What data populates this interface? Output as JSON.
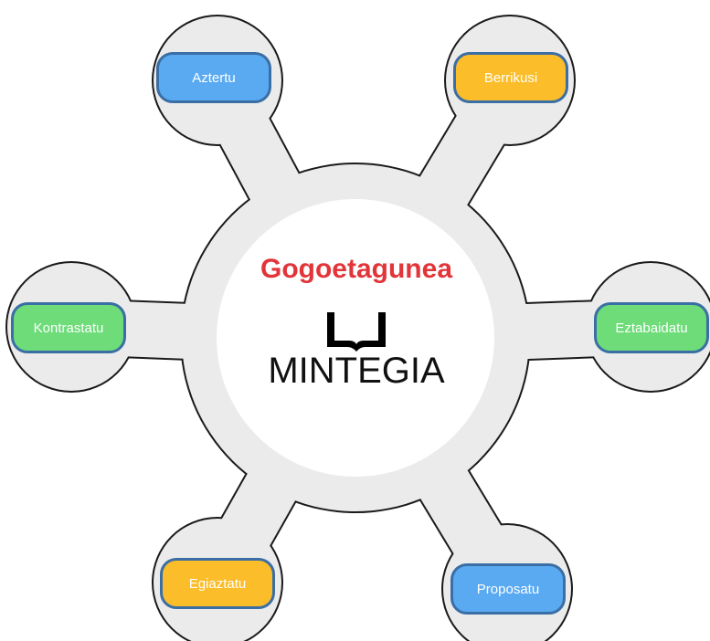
{
  "center": {
    "title": "Gogoetagunea",
    "subtitle": "MINTEGIA",
    "logo_icon": "open-book-icon"
  },
  "nodes": [
    {
      "id": "aztertu",
      "label": "Aztertu",
      "color": "#5aaaf2"
    },
    {
      "id": "berrikusi",
      "label": "Berrikusi",
      "color": "#fbbd29"
    },
    {
      "id": "kontrastatu",
      "label": "Kontrastatu",
      "color": "#6ddc79"
    },
    {
      "id": "eztabaidatu",
      "label": "Eztabaidatu",
      "color": "#6ddc79"
    },
    {
      "id": "egiaztatu",
      "label": "Egiaztatu",
      "color": "#fbbd29"
    },
    {
      "id": "proposatu",
      "label": "Proposatu",
      "color": "#5aaaf2"
    }
  ],
  "colors": {
    "title": "#e2353a",
    "hub_fill": "#ebebeb",
    "hub_outline": "#1a1a1a",
    "pill_border": "#3a6ea5",
    "inner_circle": "#ffffff"
  }
}
